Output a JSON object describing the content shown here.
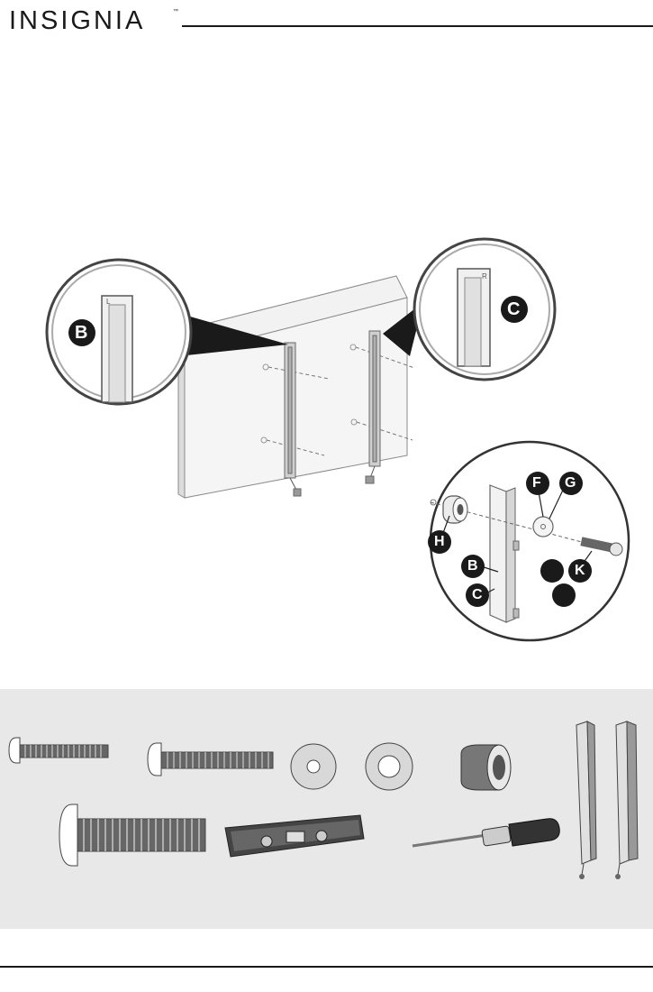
{
  "brand": {
    "name": "INSIGNIA",
    "tm": "™"
  },
  "callouts": {
    "b": "B",
    "c": "C",
    "f": "F",
    "g": "G",
    "h": "H",
    "k": "K",
    "bracket_side": "L",
    "bracket_side_r": "R"
  }
}
